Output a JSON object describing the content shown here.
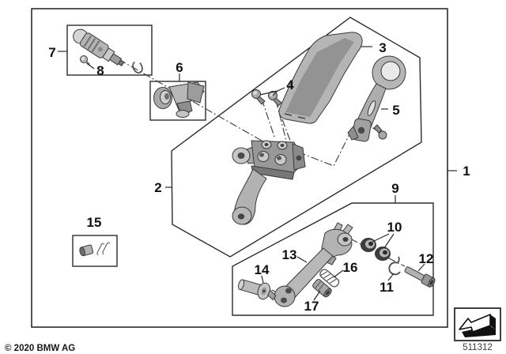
{
  "diagram": {
    "copyright": "© 2020 BMW AG",
    "doc_number": "511312",
    "callouts": {
      "1": "1",
      "2": "2",
      "3": "3",
      "4": "4",
      "5": "5",
      "6": "6",
      "7": "7",
      "8": "8",
      "9": "9",
      "10": "10",
      "11": "11",
      "12": "12",
      "13": "13",
      "14": "14",
      "15": "15",
      "16": "16",
      "17": "17"
    }
  },
  "colors": {
    "background": "#ffffff",
    "line": "#2b2b2b",
    "part_light": "#d2d2d2",
    "part_mid": "#b0b0b0",
    "part_dark": "#808080",
    "part_ring": "#3d3d3d",
    "label_text": "#111111",
    "doc_number_text": "#3c3c3c"
  }
}
